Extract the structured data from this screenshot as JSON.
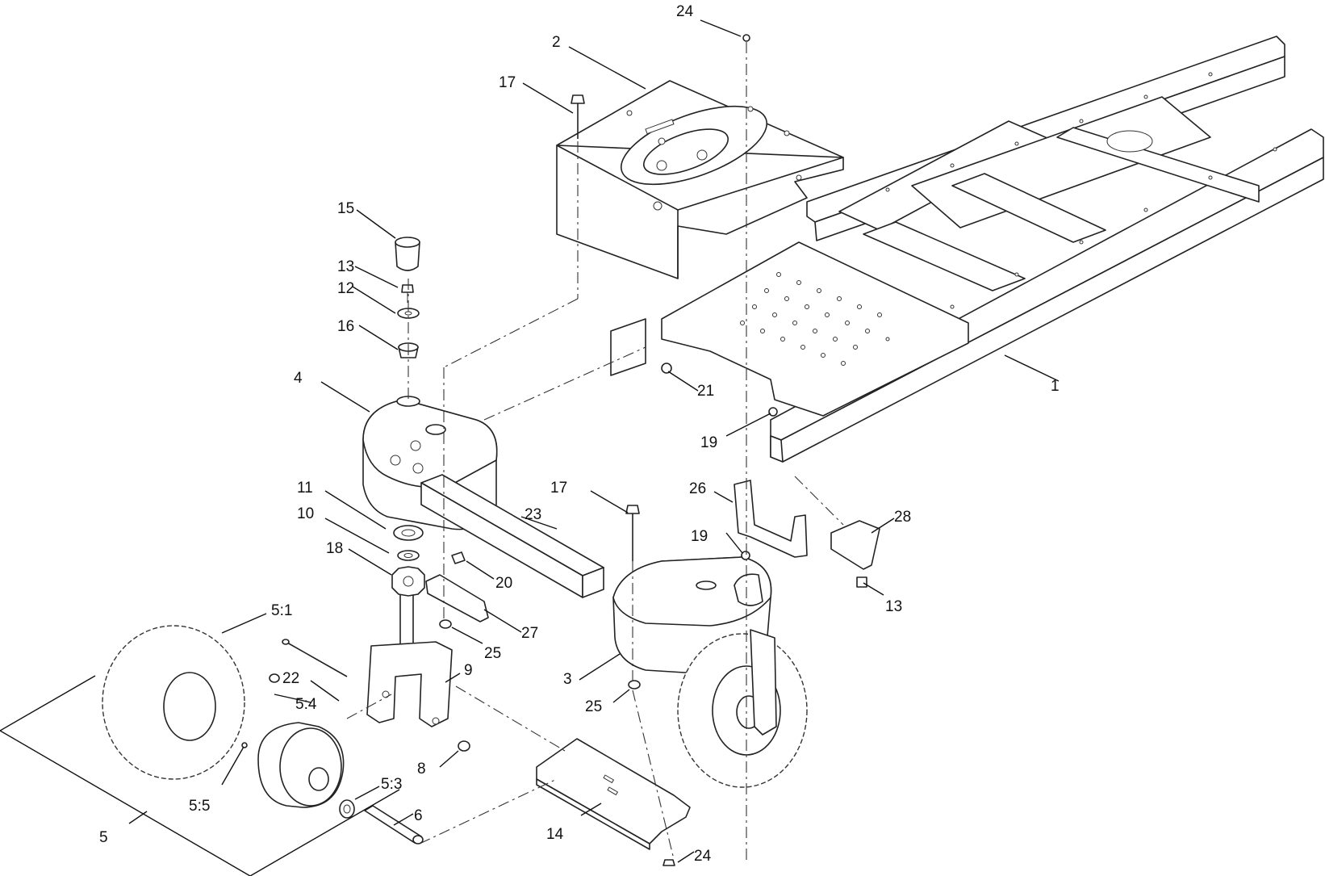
{
  "callouts": [
    {
      "id": "c1",
      "label": "1"
    },
    {
      "id": "c2",
      "label": "2"
    },
    {
      "id": "c3",
      "label": "3"
    },
    {
      "id": "c4",
      "label": "4"
    },
    {
      "id": "c5",
      "label": "5"
    },
    {
      "id": "c5_1",
      "label": "5:1"
    },
    {
      "id": "c5_3",
      "label": "5:3"
    },
    {
      "id": "c5_4",
      "label": "5:4"
    },
    {
      "id": "c5_5",
      "label": "5:5"
    },
    {
      "id": "c6",
      "label": "6"
    },
    {
      "id": "c8",
      "label": "8"
    },
    {
      "id": "c9",
      "label": "9"
    },
    {
      "id": "c10",
      "label": "10"
    },
    {
      "id": "c11",
      "label": "11"
    },
    {
      "id": "c12",
      "label": "12"
    },
    {
      "id": "c13a",
      "label": "13"
    },
    {
      "id": "c13b",
      "label": "13"
    },
    {
      "id": "c14",
      "label": "14"
    },
    {
      "id": "c15",
      "label": "15"
    },
    {
      "id": "c16",
      "label": "16"
    },
    {
      "id": "c17a",
      "label": "17"
    },
    {
      "id": "c17b",
      "label": "17"
    },
    {
      "id": "c18",
      "label": "18"
    },
    {
      "id": "c19a",
      "label": "19"
    },
    {
      "id": "c19b",
      "label": "19"
    },
    {
      "id": "c20",
      "label": "20"
    },
    {
      "id": "c21",
      "label": "21"
    },
    {
      "id": "c22",
      "label": "22"
    },
    {
      "id": "c23",
      "label": "23"
    },
    {
      "id": "c24a",
      "label": "24"
    },
    {
      "id": "c24b",
      "label": "24"
    },
    {
      "id": "c25a",
      "label": "25"
    },
    {
      "id": "c25b",
      "label": "25"
    },
    {
      "id": "c26",
      "label": "26"
    },
    {
      "id": "c27",
      "label": "27"
    },
    {
      "id": "c28",
      "label": "28"
    }
  ]
}
